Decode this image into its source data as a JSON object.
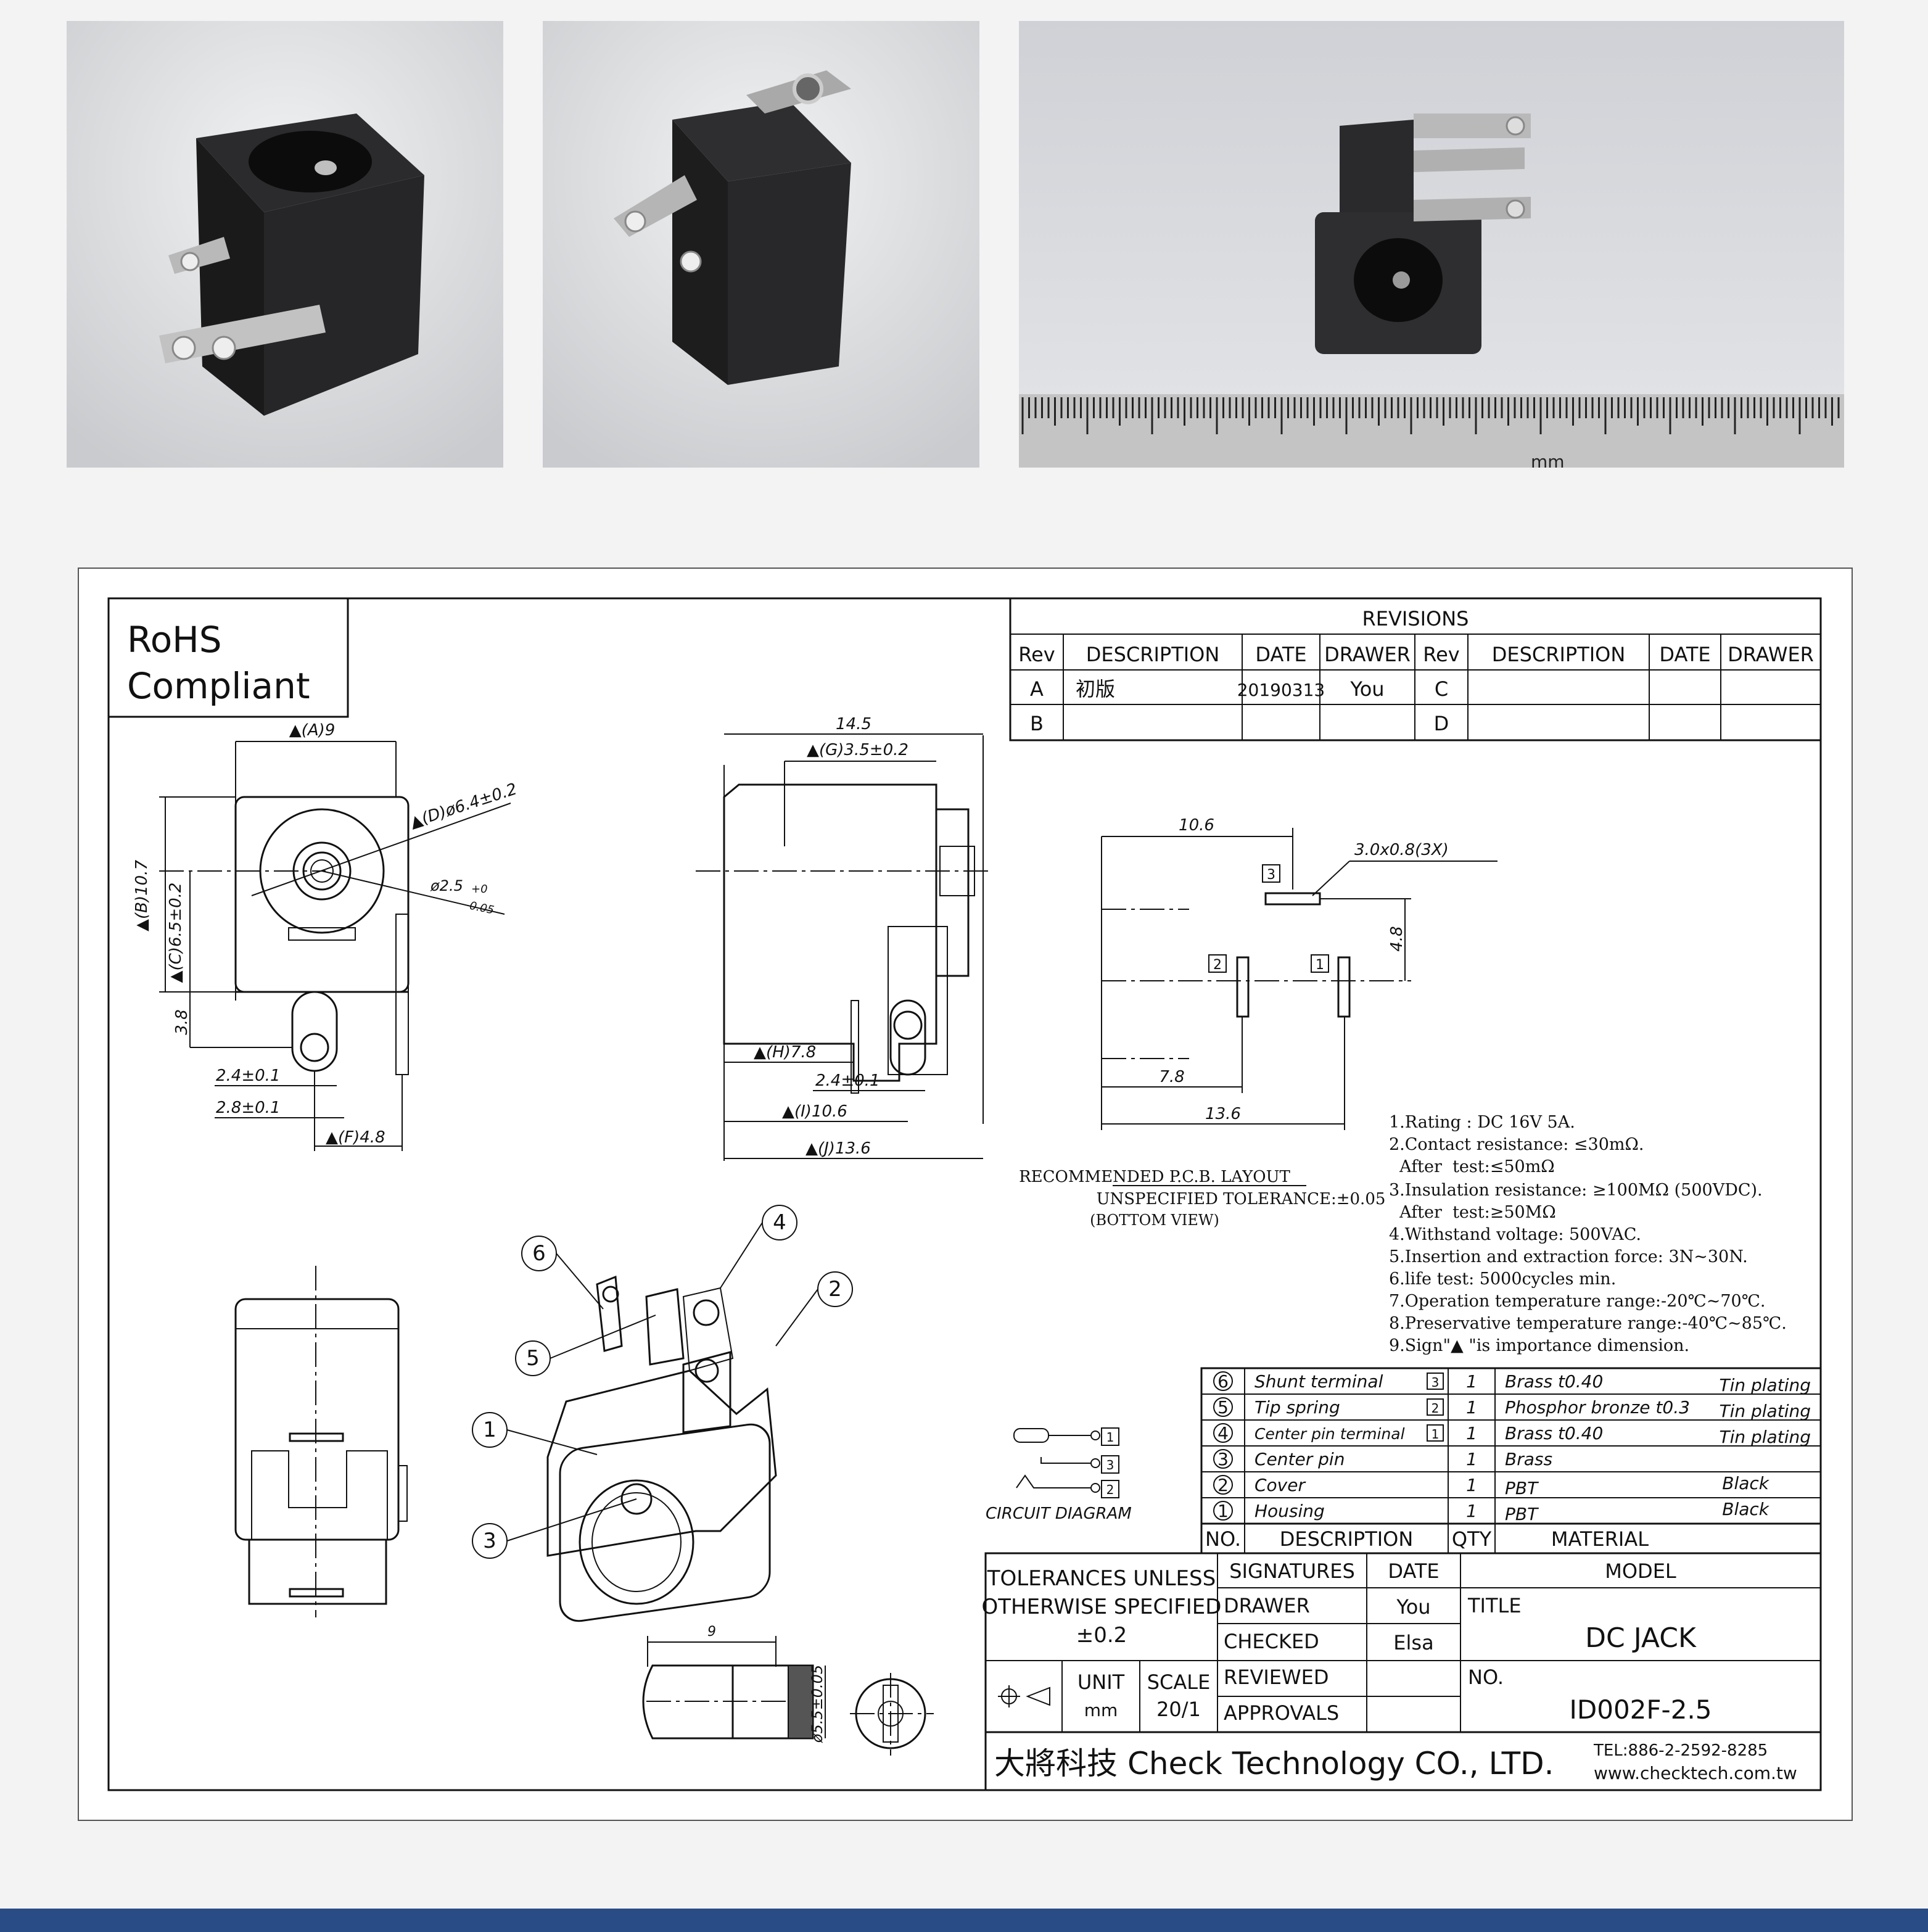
{
  "photos": [
    {
      "name": "dc-jack-photo-front-left"
    },
    {
      "name": "dc-jack-photo-rear"
    },
    {
      "name": "dc-jack-photo-with-ruler",
      "ruler_unit": "mm"
    }
  ],
  "drawing": {
    "rohs": {
      "line1": "RoHS",
      "line2": "Compliant"
    },
    "revisions": {
      "title": "REVISIONS",
      "headers": [
        "Rev",
        "DESCRIPTION",
        "DATE",
        "DRAWER",
        "Rev",
        "DESCRIPTION",
        "DATE",
        "DRAWER"
      ],
      "rows": [
        [
          "A",
          "初版",
          "20190313",
          "You",
          "C",
          "",
          "",
          ""
        ],
        [
          "B",
          "",
          "",
          "",
          "D",
          "",
          "",
          ""
        ]
      ]
    },
    "front_view_dims": {
      "a": "▲(A)9",
      "d": "▲(D)ø6.4±0.2",
      "pin": "ø2.5",
      "pin_tol_plus": "+0",
      "pin_tol_minus": "-0.05",
      "b": "▲(B)10.7",
      "c": "▲(C)6.5±0.2",
      "h38": "3.8",
      "w24": "2.4±0.1",
      "w28": "2.8±0.1",
      "f": "▲(F)4.8"
    },
    "side_view_dims": {
      "total": "14.5",
      "g": "▲(G)3.5±0.2",
      "h": "▲(H)7.8",
      "w24": "2.4±0.1",
      "i": "▲(I)10.6",
      "j": "▲(J)13.6"
    },
    "pcb_layout": {
      "d106": "10.6",
      "slot": "3.0x0.8(3X)",
      "d48": "4.8",
      "d78": "7.8",
      "d136": "13.6",
      "pad1": "1",
      "pad2": "2",
      "pad3": "3",
      "caption1": "RECOMMENDED P.C.B. LAYOUT",
      "caption2": "UNSPECIFIED TOLERANCE:±0.05",
      "caption3": "(BOTTOM VIEW)"
    },
    "specs": [
      "1.Rating : DC 16V 5A.",
      "2.Contact resistance: ≤30mΩ.",
      "  After  test:≤50mΩ",
      "3.Insulation resistance: ≥100MΩ (500VDC).",
      "  After  test:≥50MΩ",
      "4.Withstand voltage: 500VAC.",
      "5.Insertion and extraction force: 3N~30N.",
      "6.life test: 5000cycles min.",
      "7.Operation temperature range:-20℃~70℃.",
      "8.Preservative temperature range:-40℃~85℃.",
      "9.Sign\"▲ \"is importance dimension."
    ],
    "callouts": [
      "1",
      "2",
      "3",
      "4",
      "5",
      "6"
    ],
    "bom": {
      "headers": [
        "NO.",
        "DESCRIPTION",
        "QTY",
        "MATERIAL"
      ],
      "rows": [
        {
          "no": "6",
          "desc": "Shunt terminal",
          "pin": "3",
          "qty": "1",
          "mat": "Brass t0.40",
          "finish": "Tin plating"
        },
        {
          "no": "5",
          "desc": "Tip spring",
          "pin": "2",
          "qty": "1",
          "mat": "Phosphor bronze t0.3",
          "finish": "Tin plating"
        },
        {
          "no": "4",
          "desc": "Center pin terminal",
          "pin": "1",
          "qty": "1",
          "mat": "Brass t0.40",
          "finish": "Tin plating"
        },
        {
          "no": "3",
          "desc": "Center pin",
          "pin": "",
          "qty": "1",
          "mat": "Brass",
          "finish": ""
        },
        {
          "no": "2",
          "desc": "Cover",
          "pin": "",
          "qty": "1",
          "mat": "PBT",
          "finish": "Black"
        },
        {
          "no": "1",
          "desc": "Housing",
          "pin": "",
          "qty": "1",
          "mat": "PBT",
          "finish": "Black"
        }
      ]
    },
    "circuit": {
      "label": "CIRCUIT DIAGRAM",
      "pins": [
        "1",
        "3",
        "2"
      ]
    },
    "title_block": {
      "tolerance": [
        "TOLERANCES UNLESS",
        "OTHERWISE SPECIFIED",
        "±0.2"
      ],
      "unit_label": "UNIT",
      "unit_value": "mm",
      "scale_label": "SCALE",
      "scale_value": "20/1",
      "sig_headers": [
        "SIGNATURES",
        "DATE"
      ],
      "sigs": [
        {
          "role": "DRAWER",
          "name": "You"
        },
        {
          "role": "CHECKED",
          "name": "Elsa"
        },
        {
          "role": "REVIEWED",
          "name": ""
        },
        {
          "role": "APPROVALS",
          "name": ""
        }
      ],
      "model_label": "MODEL",
      "title_label": "TITLE",
      "title_value": "DC JACK",
      "no_label": "NO.",
      "no_value": "ID002F-2.5",
      "company_cn": "大將科技",
      "company_en": "Check Technology CO., LTD.",
      "tel": "TEL:886-2-2592-8285",
      "web": "www.checktech.com.tw"
    },
    "detail_dims": {
      "d9": "9",
      "dia": "ø5.5±0.05"
    }
  }
}
